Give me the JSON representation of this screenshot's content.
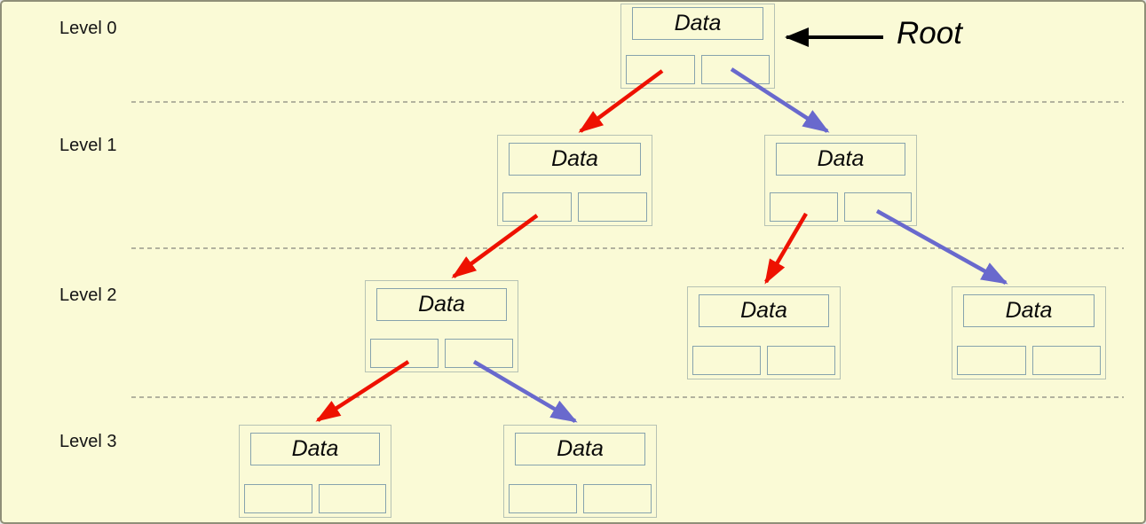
{
  "diagram": {
    "type": "binary-tree-structure",
    "root_annotation": "Root"
  },
  "levels": [
    {
      "label": "Level 0"
    },
    {
      "label": "Level 1"
    },
    {
      "label": "Level 2"
    },
    {
      "label": "Level 3"
    }
  ],
  "nodes": [
    {
      "name": "root",
      "label": "Data"
    },
    {
      "name": "level1-left",
      "label": "Data"
    },
    {
      "name": "level1-right",
      "label": "Data"
    },
    {
      "name": "level2-left",
      "label": "Data"
    },
    {
      "name": "level2-middle",
      "label": "Data"
    },
    {
      "name": "level2-right",
      "label": "Data"
    },
    {
      "name": "level3-left",
      "label": "Data"
    },
    {
      "name": "level3-right",
      "label": "Data"
    }
  ],
  "colors": {
    "background": "#FAFAD6",
    "left_child_arrow": "#EE1100",
    "right_child_arrow": "#6969CD",
    "root_arrow": "#000000",
    "separator": "#9a9a8c",
    "node_border": "#b6c2b4",
    "inner_border": "#87a3ad"
  }
}
